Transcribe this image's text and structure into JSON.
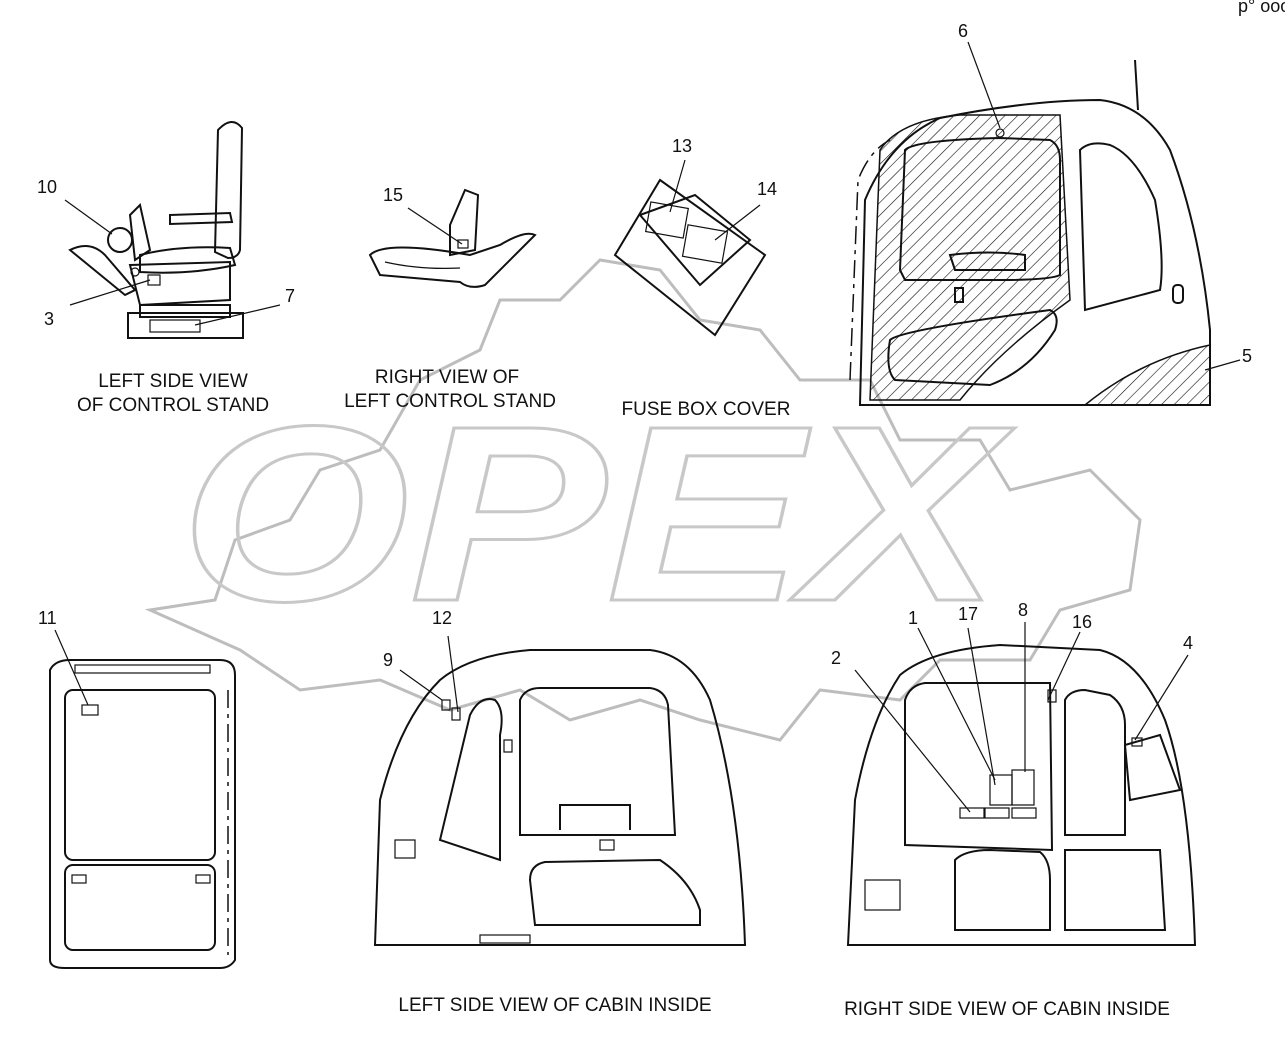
{
  "corner_mark": "p° ooo",
  "watermark": {
    "text": "OPEX"
  },
  "captions": {
    "left_control_stand": [
      "LEFT SIDE VIEW",
      "OF CONTROL STAND"
    ],
    "right_view_control_stand": [
      "RIGHT VIEW OF",
      "LEFT CONTROL STAND"
    ],
    "fuse_box_cover": "FUSE BOX COVER",
    "left_cabin_inside": "LEFT SIDE VIEW OF CABIN INSIDE",
    "right_cabin_inside": "RIGHT  SIDE VIEW OF CABIN INSIDE"
  },
  "callouts": [
    "1",
    "2",
    "3",
    "4",
    "5",
    "6",
    "7",
    "8",
    "9",
    "10",
    "11",
    "12",
    "13",
    "14",
    "15",
    "16",
    "17"
  ]
}
